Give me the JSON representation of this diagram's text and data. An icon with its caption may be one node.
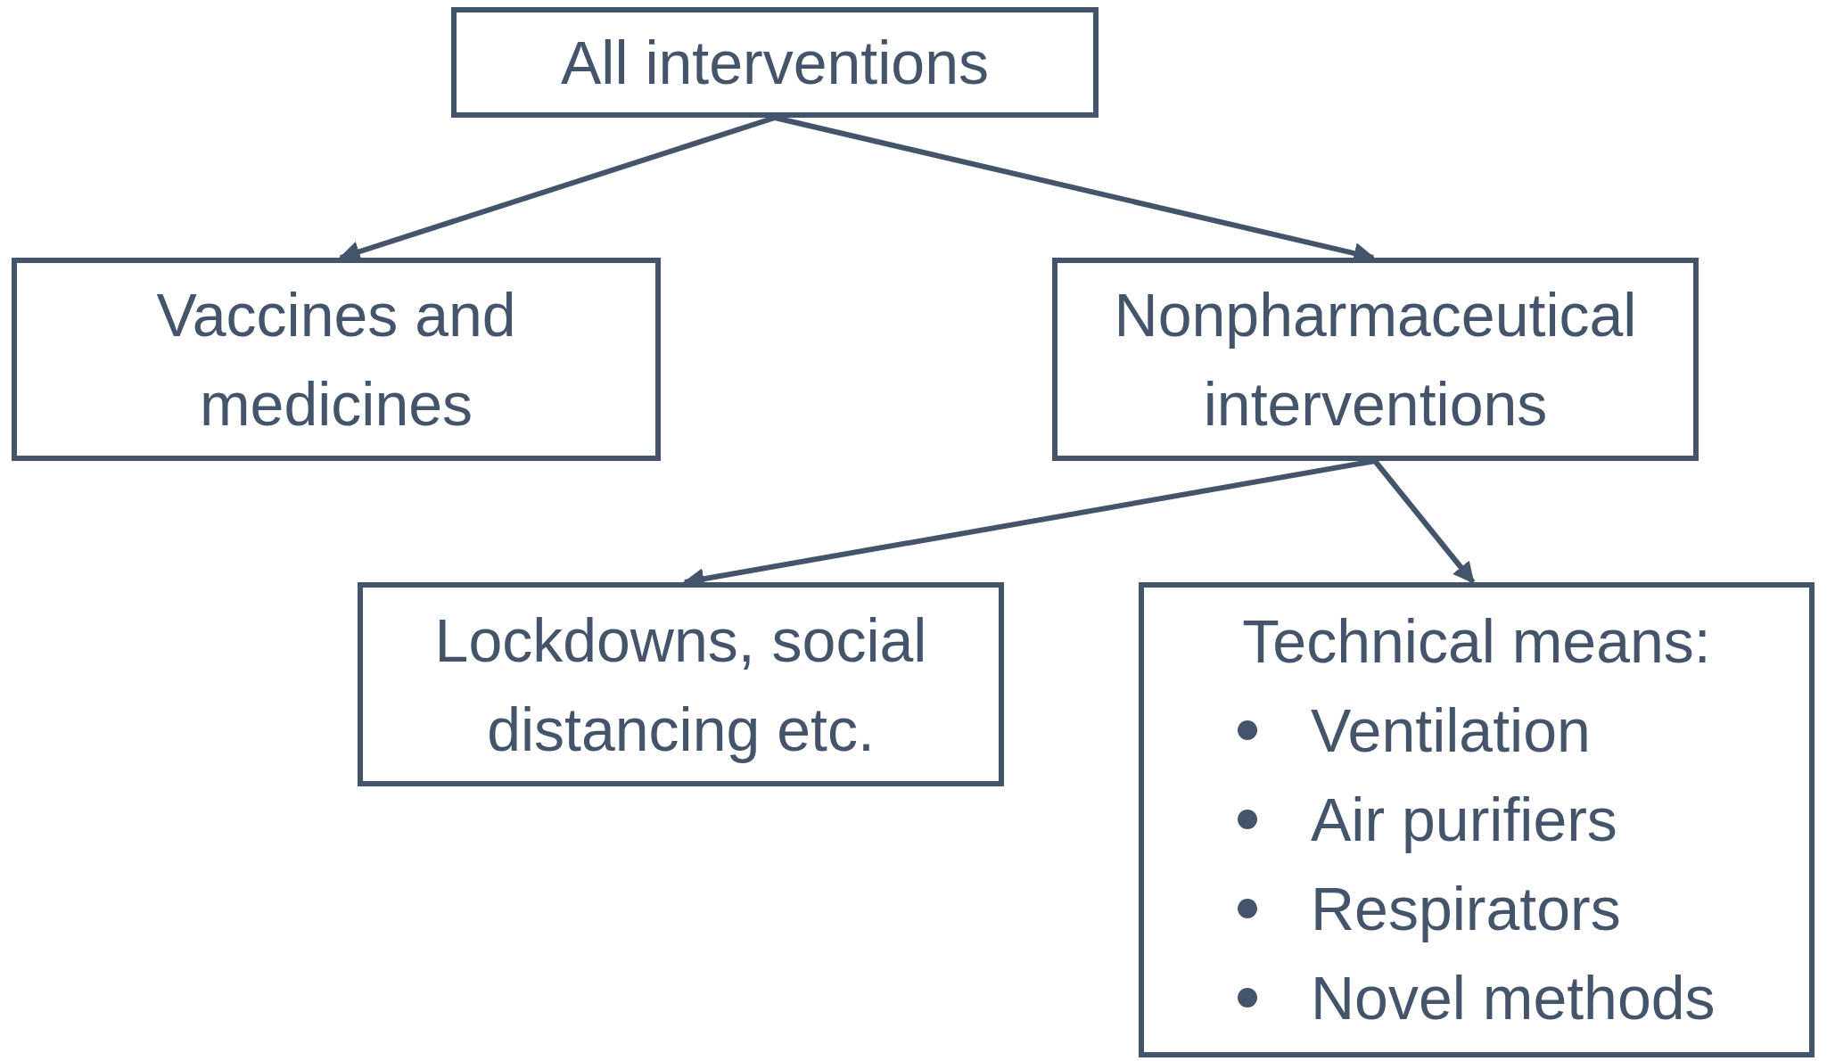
{
  "diagram": {
    "nodes": [
      {
        "text": [
          "All interventions"
        ]
      },
      {
        "text": [
          "Vaccines and medicines"
        ]
      },
      {
        "text": [
          "Nonpharmaceutical interventions"
        ]
      },
      {
        "text": [
          "Lockdowns, social distancing etc."
        ]
      },
      {
        "text": [
          "Technical means:",
          "Ventilation",
          "Air purifiers",
          "Respirators",
          "Novel methods"
        ]
      }
    ],
    "edges": [
      {
        "from": 0,
        "to": 1,
        "arrow": "to"
      },
      {
        "from": 0,
        "to": 2,
        "arrow": "to"
      },
      {
        "from": 2,
        "to": 3,
        "arrow": "to"
      },
      {
        "from": 2,
        "to": 4,
        "arrow": "to"
      }
    ]
  }
}
